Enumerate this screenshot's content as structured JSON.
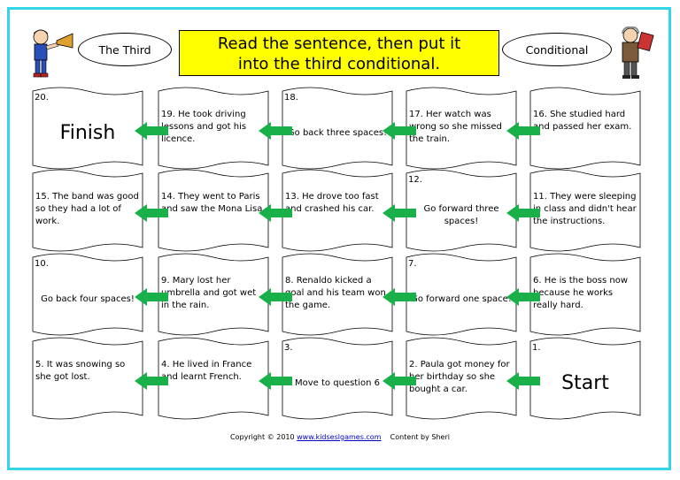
{
  "header": {
    "title_line1": "Read the sentence, then put it",
    "title_line2": "into the third conditional.",
    "bubble_left": "The Third",
    "bubble_right": "Conditional"
  },
  "rows": [
    [
      {
        "num": "20.",
        "text": "Finish",
        "big": true
      },
      {
        "num": "",
        "text": "19. He took driving lessons and got his licence."
      },
      {
        "num": "18.",
        "text": "Go back three spaces!"
      },
      {
        "num": "",
        "text": "17. Her watch was wrong so she missed the train."
      },
      {
        "num": "",
        "text": "16. She studied hard and passed her exam."
      }
    ],
    [
      {
        "num": "",
        "text": "15. The band was good so they had a lot of work."
      },
      {
        "num": "",
        "text": "14. They went to Paris and saw the Mona Lisa."
      },
      {
        "num": "",
        "text": "13. He drove too fast and crashed his car."
      },
      {
        "num": "12.",
        "text": "Go forward three spaces!"
      },
      {
        "num": "",
        "text": "11. They were sleeping in class and didn't hear the instructions."
      }
    ],
    [
      {
        "num": "10.",
        "text": "Go back four spaces!"
      },
      {
        "num": "",
        "text": "9. Mary lost her umbrella and got wet in the rain."
      },
      {
        "num": "",
        "text": "8. Renaldo kicked a goal and his team won the game."
      },
      {
        "num": "7.",
        "text": "Go forward one space!"
      },
      {
        "num": "",
        "text": "6. He is the boss now because he works really hard."
      }
    ],
    [
      {
        "num": "",
        "text": "5. It was snowing so she got lost."
      },
      {
        "num": "",
        "text": "4. He lived in France and learnt French."
      },
      {
        "num": "3.",
        "text": "Move to question 6"
      },
      {
        "num": "",
        "text": "2. Paula got money for her birthday so she bought a car."
      },
      {
        "num": "1.",
        "text": "Start",
        "big": true
      }
    ]
  ],
  "footer": {
    "copyright": "Copyright © 2010",
    "link": "www.kidseslgames.com",
    "credit": "Content by Sheri"
  },
  "colors": {
    "border": "#33d6e8",
    "title_bg": "#ffff00",
    "arrow": "#19b04a"
  }
}
